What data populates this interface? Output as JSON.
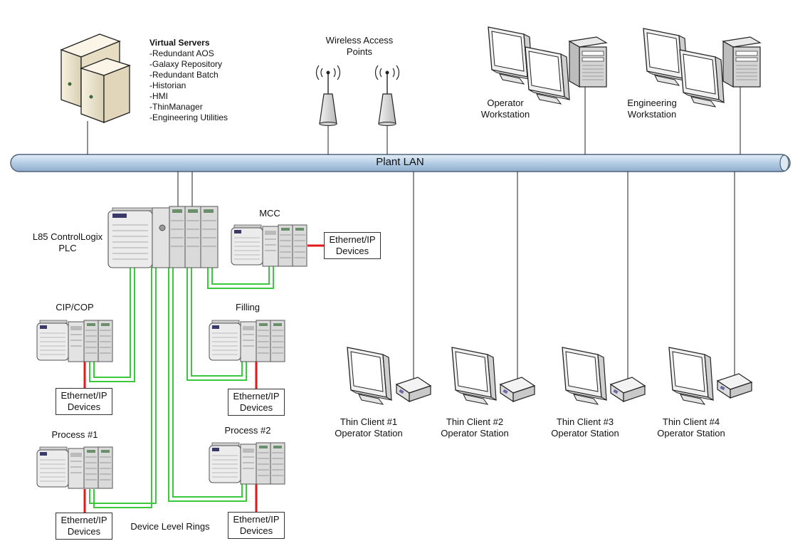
{
  "virtual_servers": {
    "title": "Virtual Servers",
    "items": [
      "-Redundant AOS",
      "-Galaxy Repository",
      "-Redundant Batch",
      "-Historian",
      "-HMI",
      "-ThinManager",
      "-Engineering Utilities"
    ]
  },
  "wireless": {
    "line1": "Wireless Access",
    "line2": "Points"
  },
  "operator_ws": {
    "line1": "Operator",
    "line2": "Workstation"
  },
  "engineering_ws": {
    "line1": "Engineering",
    "line2": "Workstation"
  },
  "lan": {
    "label": "Plant LAN"
  },
  "plc": {
    "line1": "L85 ControlLogix",
    "line2": "PLC"
  },
  "mcc": {
    "label": "MCC"
  },
  "racks": {
    "cip": "CIP/COP",
    "filling": "Filling",
    "process1": "Process #1",
    "process2": "Process #2"
  },
  "ethernet_ip": {
    "line1": "Ethernet/IP",
    "line2": "Devices"
  },
  "dlr": {
    "label": "Device Level Rings"
  },
  "thin_clients": [
    {
      "line1": "Thin Client #1",
      "line2": "Operator Station"
    },
    {
      "line1": "Thin Client #2",
      "line2": "Operator Station"
    },
    {
      "line1": "Thin Client #3",
      "line2": "Operator Station"
    },
    {
      "line1": "Thin Client #4",
      "line2": "Operator Station"
    }
  ],
  "colors": {
    "lan_fill": "#b9d2e8",
    "lan_stroke": "#5a6f85",
    "ring": "#3cc83c",
    "ethernet": "#e01818",
    "chassis": "#e6e6e6"
  }
}
